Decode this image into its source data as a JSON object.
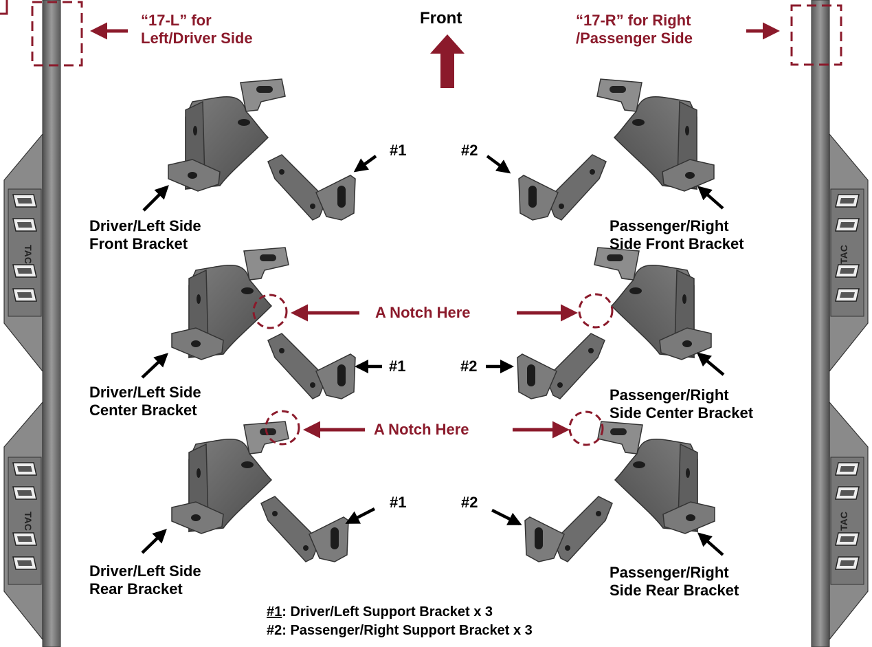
{
  "colors": {
    "accent": "#8b1a2b",
    "bracket": "#5a5a5a",
    "bracket_light": "#8a8a8a",
    "rail": "#6e6e6e",
    "text": "#000000"
  },
  "top": {
    "front": "Front",
    "left_tag_1": "“17-L” for",
    "left_tag_2": "Left/Driver Side",
    "right_tag_1": "“17-R” for Right",
    "right_tag_2": "/Passenger Side"
  },
  "notch": {
    "label": "A Notch Here"
  },
  "rail": {
    "logo": "TAC"
  },
  "rows": [
    {
      "left_1": "Driver/Left Side",
      "left_2": "Front Bracket",
      "right_1": "Passenger/Right",
      "right_2": "Side Front Bracket",
      "num_left": "#1",
      "num_right": "#2"
    },
    {
      "left_1": "Driver/Left Side",
      "left_2": "Center Bracket",
      "right_1": "Passenger/Right",
      "right_2": "Side Center Bracket",
      "num_left": "#1",
      "num_right": "#2"
    },
    {
      "left_1": "Driver/Left Side",
      "left_2": "Rear Bracket",
      "right_1": "Passenger/Right",
      "right_2": "Side Rear Bracket",
      "num_left": "#1",
      "num_right": "#2"
    }
  ],
  "legend": {
    "k1": "#1",
    "t1": ": Driver/Left Support Bracket x 3",
    "k2": "#2",
    "t2": ": Passenger/Right Support Bracket x 3"
  }
}
